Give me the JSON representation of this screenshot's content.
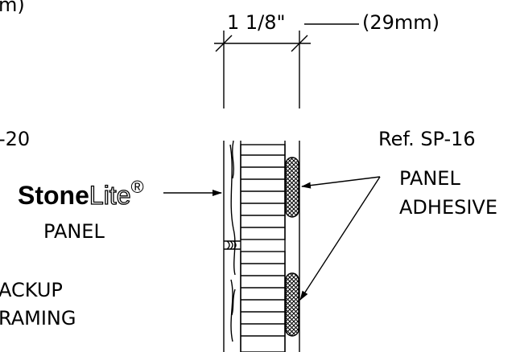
{
  "labels": {
    "corner_top": "m)",
    "dim_imperial": "1 1/8\"",
    "dim_metric": "(29mm)",
    "ref_left": "-20",
    "ref_right": "Ref. SP-16",
    "panel_adhesive_line1": "PANEL",
    "panel_adhesive_line2": "ADHESIVE",
    "brand_bold": "Stone",
    "brand_light": "Lite",
    "brand_mark": "®",
    "panel": "PANEL",
    "backup_line1": "ACKUP",
    "backup_line2": "RAMING"
  },
  "colors": {
    "ink": "#000000",
    "paper": "#ffffff"
  }
}
